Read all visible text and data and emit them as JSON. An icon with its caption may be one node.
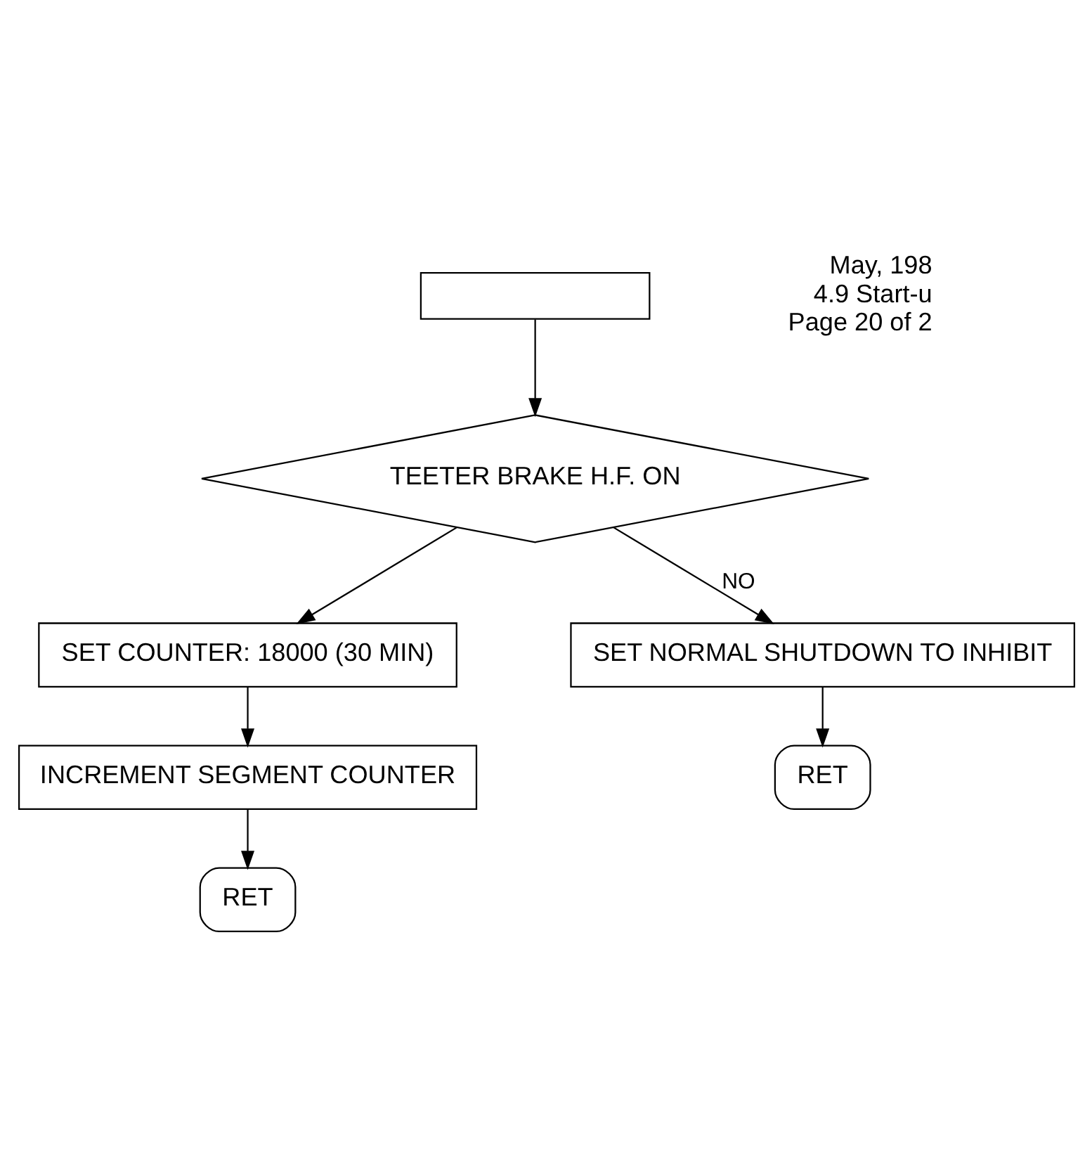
{
  "diagram": {
    "nodes": [
      {
        "text": [],
        "shape": "box"
      },
      {
        "text": [
          "TEETER BRAKE H.F. ON"
        ]
      },
      {
        "text": [
          "SET COUNTER: 18000 (30 MIN)"
        ]
      },
      {
        "text": [
          "INCREMENT SEGMENT COUNTER"
        ]
      },
      {
        "text": [
          "RET"
        ]
      },
      {
        "text": [
          "SET NORMAL SHUTDOWN TO INHIBIT"
        ]
      },
      {
        "text": [
          "RET"
        ]
      }
    ],
    "edges": [
      {
        "from": 0,
        "to": 1,
        "arrow": "to"
      },
      {
        "from": 1,
        "to": 5,
        "arrow": "to",
        "label": "NO"
      },
      {
        "from": 1,
        "to": 2,
        "arrow": "to"
      },
      {
        "from": 2,
        "to": 3,
        "arrow": "to"
      },
      {
        "from": 3,
        "to": 4,
        "arrow": "to"
      },
      {
        "from": 5,
        "to": 6,
        "arrow": "to"
      }
    ],
    "labels": [
      "May, 198",
      "4.9 Start-u",
      "Page 20 of 2"
    ]
  }
}
